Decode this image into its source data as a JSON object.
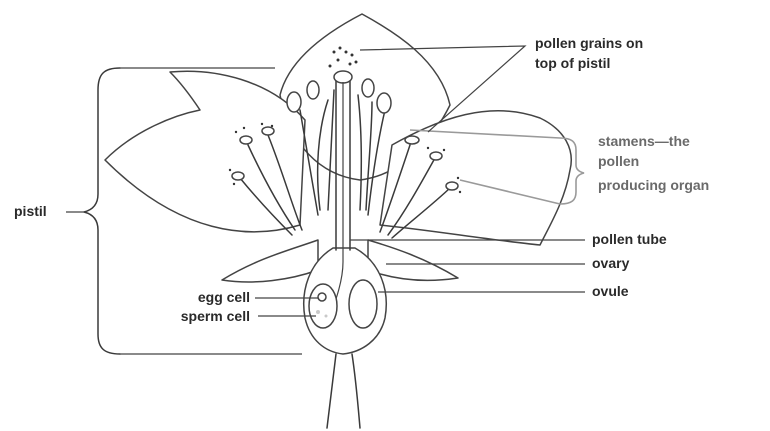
{
  "labels": {
    "pollen_grains_line1": "pollen grains on",
    "pollen_grains_line2": "top of pistil",
    "stamens_line1": "stamens—the",
    "stamens_line2": "pollen",
    "stamens_line3": "producing organ",
    "pistil": "pistil",
    "pollen_tube": "pollen tube",
    "ovary": "ovary",
    "ovule": "ovule",
    "egg_cell": "egg cell",
    "sperm_cell": "sperm cell"
  }
}
